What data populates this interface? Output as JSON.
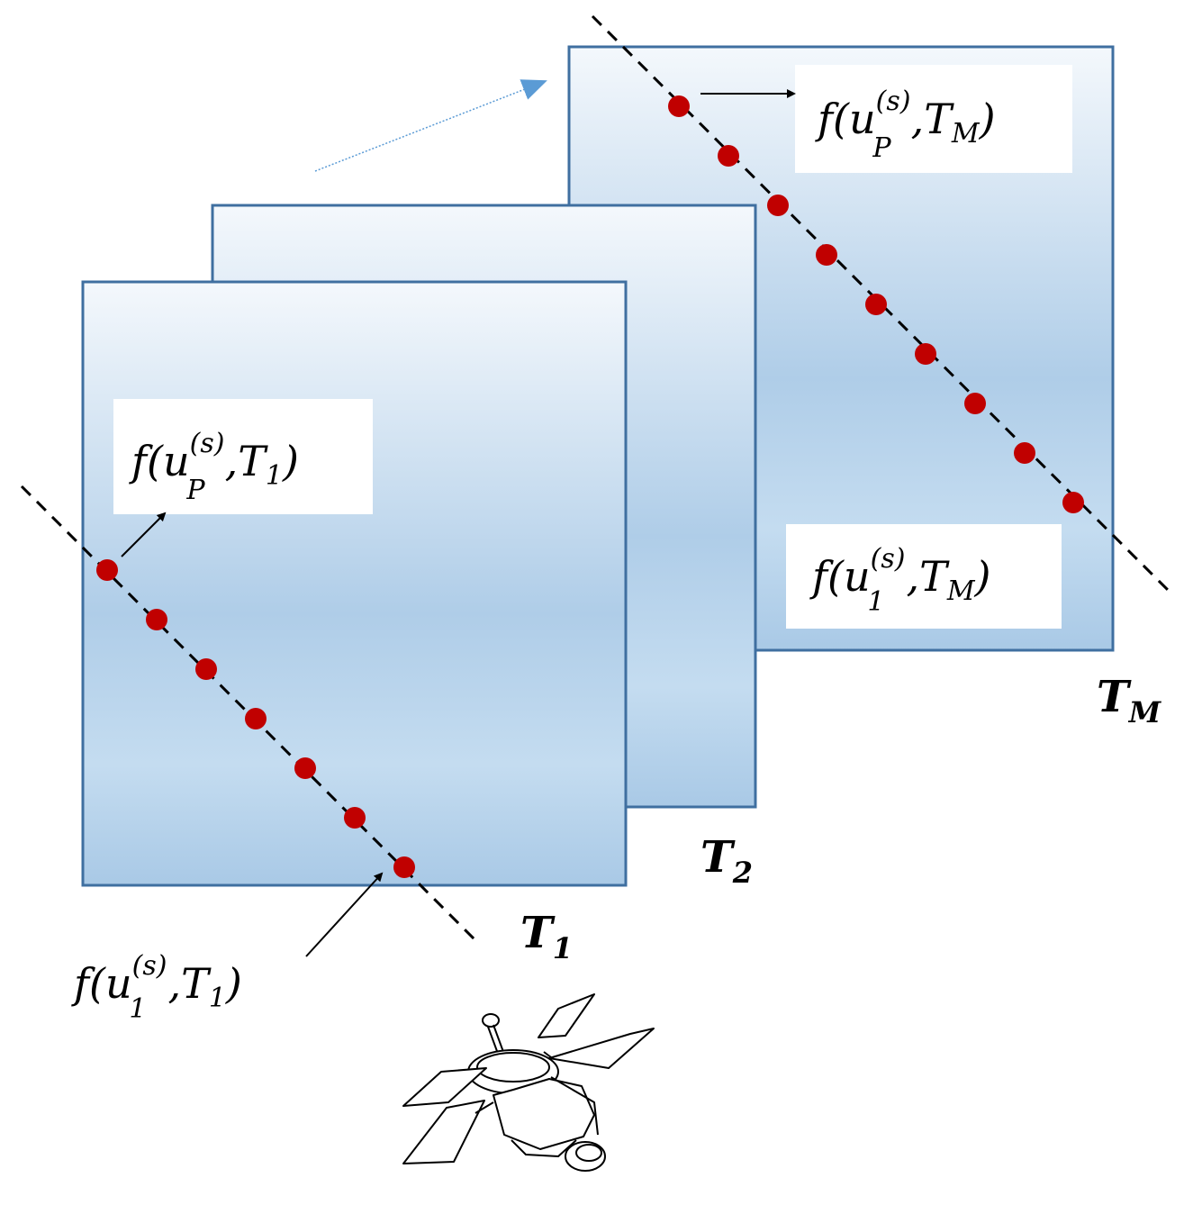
{
  "frames": [
    {
      "id": "T1",
      "label_main": "T",
      "label_sub": "1"
    },
    {
      "id": "T2",
      "label_main": "T",
      "label_sub": "2"
    },
    {
      "id": "TM",
      "label_main": "T",
      "label_sub": "M"
    }
  ],
  "annotations": {
    "up_T1": {
      "f": "f",
      "open": "(u",
      "sup": "(s)",
      "sub": "P",
      "mid": ",T",
      "tsub": "1",
      "close": ")"
    },
    "u1_T1": {
      "f": "f",
      "open": "(u",
      "sup": "(s)",
      "sub": "1",
      "mid": ",T",
      "tsub": "1",
      "close": ")"
    },
    "up_TM": {
      "f": "f",
      "open": "(u",
      "sup": "(s)",
      "sub": "P",
      "mid": ",T",
      "tsub": "M",
      "close": ")"
    },
    "u1_TM": {
      "f": "f",
      "open": "(u",
      "sup": "(s)",
      "sub": "1",
      "mid": ",T",
      "tsub": "M",
      "close": ")"
    }
  },
  "colors": {
    "frame_border": "#3f6fa0",
    "gradient_top": "#f4f8fc",
    "gradient_bottom": "#a9c9e6",
    "point": "#c00000",
    "dashed_line": "#000000",
    "motion_arrow": "#5b9bd5"
  },
  "icons": {
    "satellite": "satellite-icon"
  }
}
